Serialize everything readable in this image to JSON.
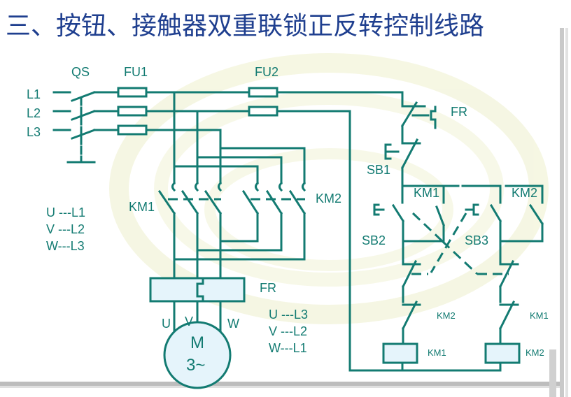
{
  "title": "三、按钮、接触器双重联锁正反转控制线路",
  "colors": {
    "wire": "#137b72",
    "title": "#1f3f8f",
    "component_fill": "#e5f4fb",
    "background_swirl": "#f6f7e4"
  },
  "main_circuit": {
    "switch_label": "QS",
    "fuse1_label": "FU1",
    "fuse2_label": "FU2",
    "lines": [
      "L1",
      "L2",
      "L3"
    ],
    "contactor_left_label": "KM1",
    "contactor_right_label": "KM2",
    "thermal_relay_label": "FR",
    "motor": {
      "label": "M",
      "phase": "3~",
      "terminals": [
        "U",
        "V",
        "W"
      ]
    }
  },
  "forward_mapping": [
    "U ---L1",
    "V ---L2",
    "W---L3"
  ],
  "reverse_mapping": [
    "U ---L3",
    "V ---L2",
    "W---L1"
  ],
  "control_circuit": {
    "fr_contact_label": "FR",
    "stop_button_label": "SB1",
    "forward_button_label": "SB2",
    "reverse_button_label": "SB3",
    "holding_contact_left_label": "KM1",
    "holding_contact_right_label": "KM2",
    "interlock_left_label": "KM2",
    "interlock_right_label": "KM1",
    "coil_left_label": "KM1",
    "coil_right_label": "KM2"
  }
}
